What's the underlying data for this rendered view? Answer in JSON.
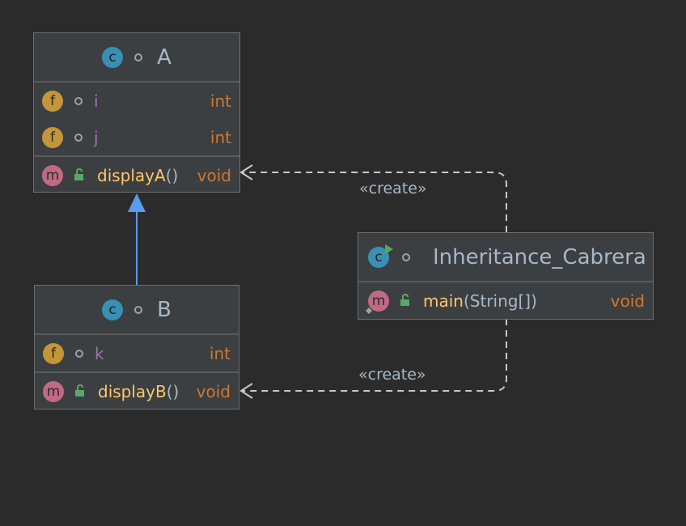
{
  "classes": {
    "a": {
      "name": "A",
      "fields": [
        {
          "name": "i",
          "type": "int"
        },
        {
          "name": "j",
          "type": "int"
        }
      ],
      "methods": [
        {
          "name": "displayA",
          "params": "()",
          "type": "void"
        }
      ]
    },
    "b": {
      "name": "B",
      "fields": [
        {
          "name": "k",
          "type": "int"
        }
      ],
      "methods": [
        {
          "name": "displayB",
          "params": "()",
          "type": "void"
        }
      ]
    },
    "main": {
      "name": "Inheritance_Cabrera",
      "methods": [
        {
          "name": "main",
          "params": "(String[])",
          "type": "void"
        }
      ]
    }
  },
  "badges": {
    "class": "c",
    "field": "f",
    "method": "m"
  },
  "edges": {
    "create_a": "«create»",
    "create_b": "«create»"
  },
  "colors": {
    "background": "#2b2b2b",
    "inherit_arrow": "#5b9bf0",
    "dependency": "#c8c8c8"
  }
}
